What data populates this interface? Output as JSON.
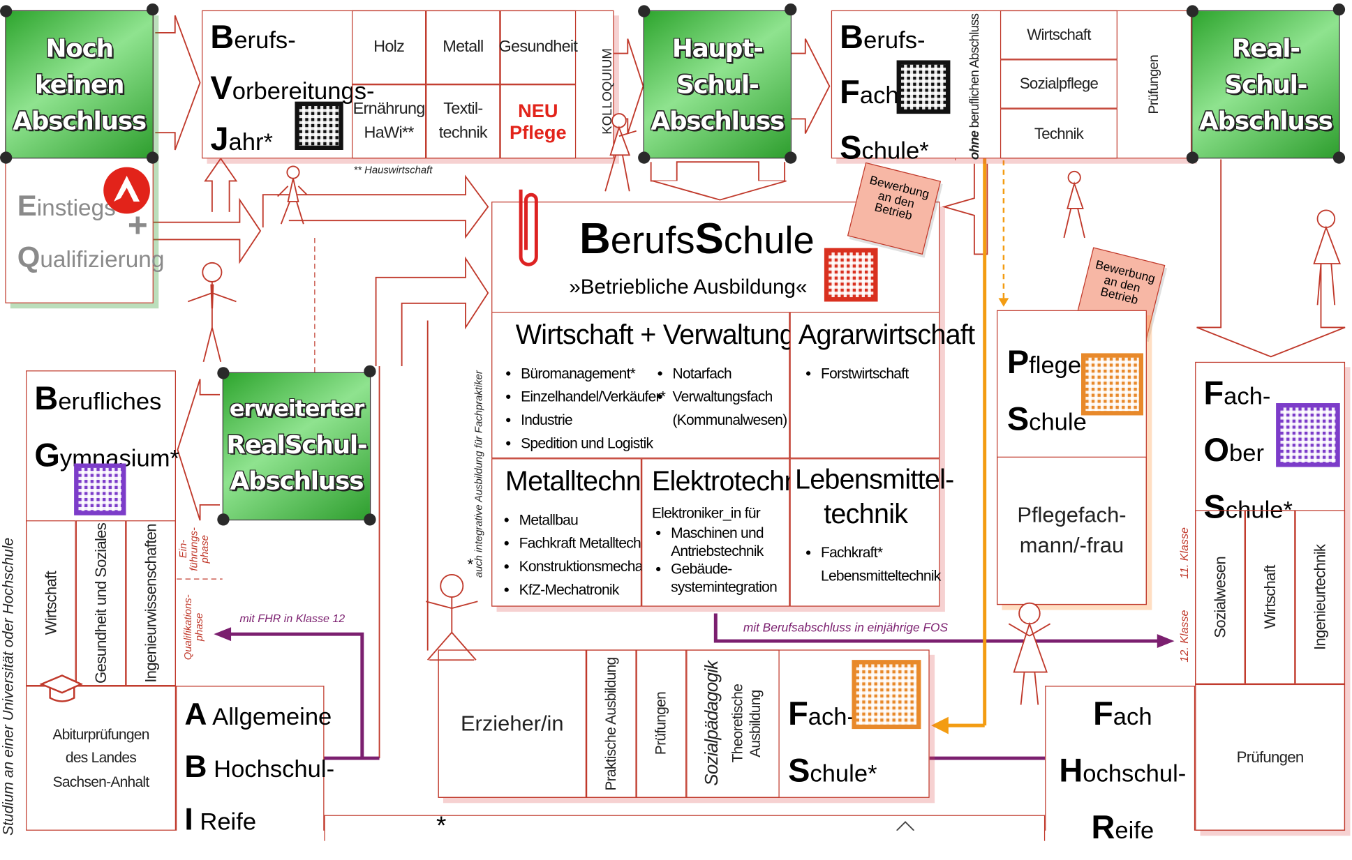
{
  "colors": {
    "accent_red": "#c0392b",
    "green": "#2ea52e",
    "orange": "#f39c12",
    "purple": "#7b1f6f"
  },
  "noch_keinen": [
    "Noch",
    "keinen",
    "Abschluss"
  ],
  "einstiegs": {
    "line1_first": "E",
    "line1_rest": "instiegs",
    "plus": "+",
    "line2_first": "Q",
    "line2_rest": "ualifizierung"
  },
  "bvj": {
    "l1_first": "B",
    "l1_rest": "erufs-",
    "l2_first": "V",
    "l2_rest": "orbereitungs-",
    "l3_first": "J",
    "l3_rest": "ahr*",
    "cells": [
      "Holz",
      "Metall",
      "Gesundheit",
      "Ernährung\nHaWi**",
      "Textil-\ntechnik"
    ],
    "neu_line1": "NEU",
    "neu_line2": "Pflege",
    "kolloquium": "KOLLOQUIUM",
    "footnote": "** Hauswirtschaft"
  },
  "hauptschul": [
    "Haupt-",
    "Schul-",
    "Abschluss"
  ],
  "bfs": {
    "l1_first": "B",
    "l1_rest": "erufs-",
    "l2_first": "F",
    "l2_rest": "ach",
    "l3_first": "S",
    "l3_rest": "chule*",
    "ohne_bold": "ohne",
    "ohne_rest": " beruflichen Abschluss",
    "cells": [
      "Wirtschaft",
      "Sozialpflege",
      "Technik"
    ],
    "pruefungen": "Prüfungen"
  },
  "realschul": [
    "Real-",
    "Schul-",
    "Abschluss"
  ],
  "erweiterter": [
    "erweiterter",
    "RealSchul-",
    "Abschluss"
  ],
  "berufsschule": {
    "title_b": "B",
    "title_mid": "erufs",
    "title_s": "S",
    "title_end": "chule",
    "subtitle": "»Betriebliche Ausbildung«",
    "side_note": "auch integrative Ausbildung für Fachpraktiker",
    "side_star": "*",
    "wirtschaft_title": "Wirtschaft + Verwaltung",
    "wirtschaft_left": [
      "Büromanagement*",
      "Einzelhandel/Verkäufer*",
      "Industrie",
      "Spedition und Logistik"
    ],
    "wirtschaft_right": [
      "Notarfach",
      "Verwaltungsfach\n(Kommunalwesen)"
    ],
    "agrar_title": "Agrarwirtschaft",
    "agrar_items": [
      "Forstwirtschaft"
    ],
    "metall_title": "Metalltechnik",
    "metall_items": [
      "Metallbau",
      "Fachkraft Metalltechnik",
      "Konstruktionsmechanik",
      "KfZ-Mechatronik"
    ],
    "elektro_title": "Elektrotechnik",
    "elektro_intro": "Elektroniker_in für",
    "elektro_items": [
      "Maschinen und\nAntriebstechnik",
      "Gebäude-\nsystemintegration"
    ],
    "lebensmittel_title": "Lebensmittel-\ntechnik",
    "lebensmittel_items": [
      "Fachkraft*\nLebensmitteltechnik"
    ]
  },
  "bewerbung_1": "Bewerbung\nan den\nBetrieb",
  "bewerbung_2": "Bewerbung\nan den\nBetrieb",
  "pflegeschule": {
    "l1_first": "P",
    "l1_rest": "flege-",
    "l2_first": "S",
    "l2_rest": "chule",
    "beruf": "Pflegefach-\nmann/-frau"
  },
  "fos": {
    "l1_first": "F",
    "l1_rest": "ach-",
    "l2_first": "O",
    "l2_rest": "ber",
    "l3_first": "S",
    "l3_rest": "chule*",
    "klasse11": "11. Klasse",
    "klasse12": "12. Klasse",
    "cols": [
      "Sozialwesen",
      "Wirtschaft",
      "Ingenieurtechnik"
    ],
    "pruefungen": "Prüfungen"
  },
  "gymnasium": {
    "l1_first": "B",
    "l1_rest": "erufliches",
    "l2_first": "G",
    "l2_rest": "ymnasium*",
    "cols": [
      "Wirtschaft",
      "Gesundheit und Soziales",
      "Ingenieurwissenschaften"
    ],
    "einfuehrung": "Ein-\nführungs-\nphase",
    "qualifikation": "Qualifikations-\nphase",
    "abitur": "Abiturprüfungen\ndes Landes\nSachsen-Anhalt"
  },
  "studium": "Studium an einer Universität oder Hochschule",
  "abi": {
    "a_letter": "A",
    "a_word": "Allgemeine",
    "b_letter": "B",
    "b_word": "Hochschul-",
    "i_letter": "I",
    "i_word": "Reife"
  },
  "fhr_label": "mit FHR in Klasse 12",
  "fos_arrow_label": "mit Berufsabschluss in einjährige FOS",
  "fachschule": {
    "erzieher": "Erzieher/in",
    "praktische": "Praktische Ausbildung",
    "pruefungen": "Prüfungen",
    "sozialpaed": "Sozialpädagogik",
    "theoretische": "Theoretische\nAusbildung",
    "l1_first": "F",
    "l1_rest": "ach-",
    "l2_first": "S",
    "l2_rest": "chule*"
  },
  "fhr": {
    "l1_first": "F",
    "l1_rest": "ach",
    "l2_first": "H",
    "l2_rest": "ochschul-",
    "l3_first": "R",
    "l3_rest": "eife"
  },
  "bottom_star": "*"
}
